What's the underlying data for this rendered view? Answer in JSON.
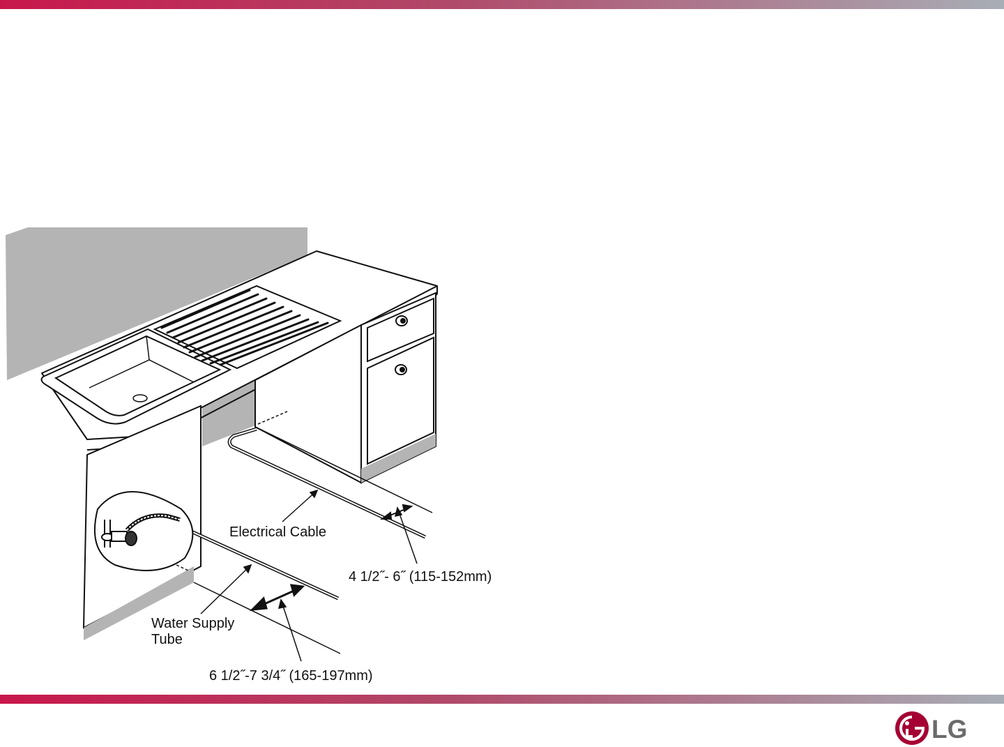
{
  "colors": {
    "band_left": "#c8174b",
    "band_right": "#a8aeb6",
    "wall": "#b4b4b4",
    "line": "#111111",
    "logo_red": "#a50034",
    "logo_gray": "#6b6b6b"
  },
  "labels": {
    "electrical_cable": "Electrical Cable",
    "water_supply_line1": "Water Supply",
    "water_supply_line2": "Tube",
    "dim_cable": "4 1/2˝- 6˝ (115-152mm)",
    "dim_water": "6 1/2˝-7 3/4˝ (165-197mm)"
  },
  "brand": {
    "logo_text": "LG"
  }
}
